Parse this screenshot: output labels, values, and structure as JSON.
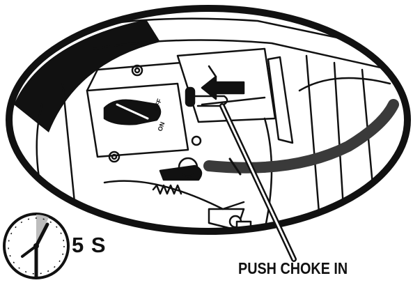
{
  "timer": {
    "label": "5 S",
    "icon": "stopwatch-icon"
  },
  "instruction": {
    "caption": "PUSH CHOKE IN"
  },
  "engine_panel": {
    "switch_on": "ON",
    "switch_off": "OFF",
    "icon": "engine-control-panel-icon"
  },
  "colors": {
    "ink": "#111111",
    "fill": "#ffffff",
    "timer_shade": "#bdbdbd",
    "hose": "#3a3a3a"
  }
}
